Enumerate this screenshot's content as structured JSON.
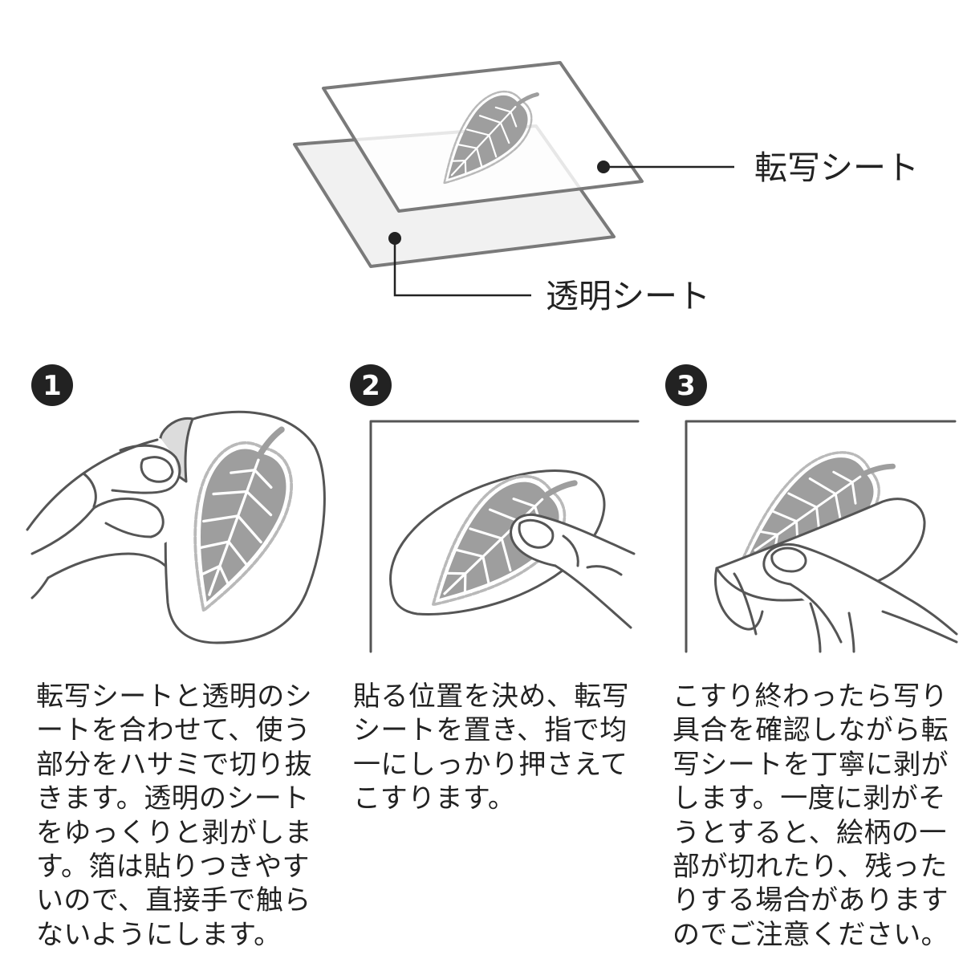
{
  "diagram": {
    "transfer_sheet_label": "転写シート",
    "clear_sheet_label": "透明シート"
  },
  "steps": [
    {
      "number": "1",
      "lines": [
        "転写シートと透明のシ",
        "ートを合わせて、使う",
        "部分をハサミで切り抜",
        "きます。透明のシート",
        "をゆっくりと剥がしま",
        "す。箔は貼りつきやす",
        "いので、直接手で触ら",
        "ないようにします。"
      ]
    },
    {
      "number": "2",
      "lines": [
        "貼る位置を決め、転写",
        "シートを置き、指で均",
        "一にしっかり押さえて",
        "こすります。"
      ]
    },
    {
      "number": "3",
      "lines": [
        "こすり終わったら写り",
        "具合を確認しながら転",
        "写シートを丁寧に剥が",
        "します。一度に剥がそ",
        "うとすると、絵柄の一",
        "部が切れたり、残った",
        "りする場合があります",
        "のでご注意ください。"
      ]
    }
  ],
  "colors": {
    "ink": "#222222",
    "outline": "#555555",
    "sheet_outline": "#7a7a7a",
    "clear_sheet_fill": "#f1f1f1",
    "leaf": "#9e9e9e"
  }
}
